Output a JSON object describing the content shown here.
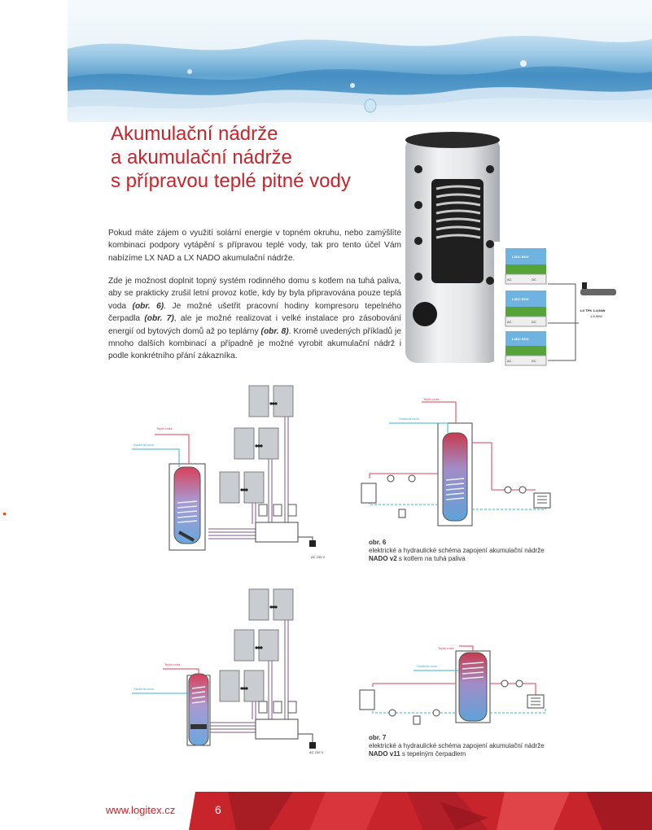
{
  "header": {
    "title_lines": [
      "Akumulační nádrže",
      "a akumulační nádrže",
      "s přípravou teplé pitné vody"
    ]
  },
  "body": {
    "paragraph1": "Pokud máte zájem o využití solární energie v topném okruhu, nebo zamýšlíte kombinaci podpory vytápění s přípravou teplé vody, tak pro tento účel Vám nabízíme LX NAD a LX NADO akumulační nádrže.",
    "p2_a": "Zde je možnost doplnit topný systém rodinného domu s kotlem na tuhá paliva, aby se prakticky zrušil letní provoz kotle, kdy by byla připravována pouze teplá voda ",
    "p2_ref1": "(obr. 6)",
    "p2_b": ". Je možné ušetřit pracovní hodiny kompresoru tepelného čerpadla ",
    "p2_ref2": "(obr. 7)",
    "p2_c": ", ale je možné realizovat i velké instalace pro zásobování energií od bytových domů až po teplárny ",
    "p2_ref3": "(obr. 8)",
    "p2_d": ". Kromě uvedených příkladů je mnoho dalších kombinací a případně je možné vyrobit akumulační nádrž i podle konkrétního přání zákazníka."
  },
  "product": {
    "ledbox_label": "LXDC BOX",
    "ac_label": "AC",
    "dc_label": "DC",
    "tpk_label": "LX TPK 1-4,6kW",
    "tpk_label2": "1-6,9kW"
  },
  "diagrams": {
    "hot_water": "Teplá voda",
    "cold_water": "Studená voda",
    "ac_label": "AC 230 V"
  },
  "captions": {
    "obr6": {
      "num": "obr. 6",
      "line1": "elektrické a hydraulické schéma zapojení akumulační nádrže",
      "model": "NADO v2",
      "rest": " s kotlem na tuhá paliva"
    },
    "obr7": {
      "num": "obr. 7",
      "line1": "elektrické a hydraulické schéma zapojení akumulační nádrže",
      "model": "NADO v11",
      "rest": " s tepelným čerpadlem"
    }
  },
  "footer": {
    "url": "www.logitex.cz",
    "page": "6"
  },
  "colors": {
    "brand_red": "#c8242b",
    "water_blue": "#5ea2cf"
  }
}
